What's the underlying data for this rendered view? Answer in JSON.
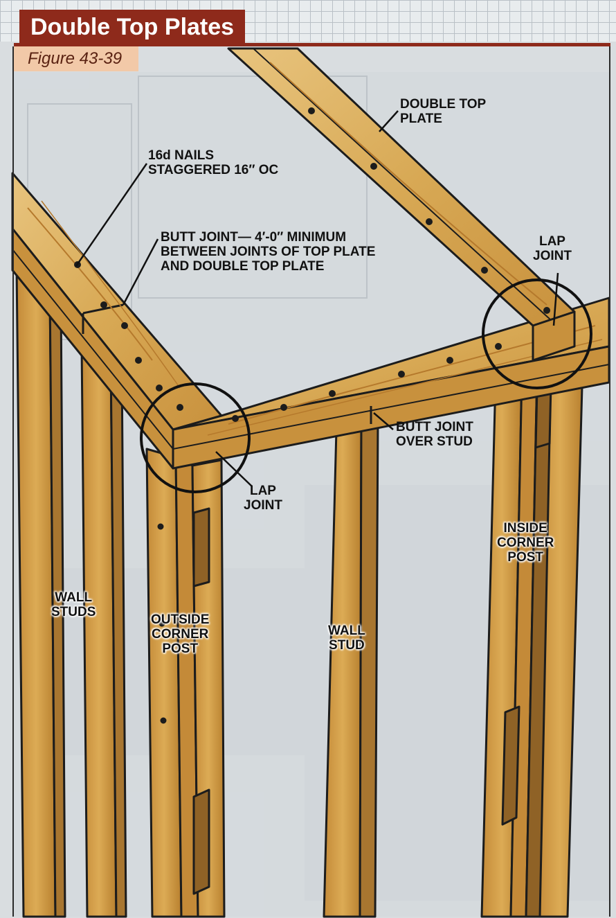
{
  "header": {
    "title": "Double Top Plates",
    "figure": "Figure 43-39"
  },
  "colors": {
    "accent": "#8e2a1b",
    "figure_label_bg": "#f2c9a8",
    "lumber": "#d3a04c",
    "lumber_light": "#e8c47e",
    "lumber_dark": "#a87630",
    "outline": "#1c1c1c"
  },
  "callouts": {
    "double_top_plate": "DOUBLE TOP\nPLATE",
    "nails": "16d NAILS\nSTAGGERED 16″ OC",
    "butt_joint_top": "BUTT JOINT— 4′-0″ MINIMUM\nBETWEEN JOINTS OF TOP PLATE\nAND DOUBLE TOP PLATE",
    "lap_joint_right": "LAP\nJOINT",
    "butt_joint_stud": "BUTT JOINT\nOVER STUD",
    "lap_joint_left": "LAP\nJOINT",
    "inside_corner_post": "INSIDE\nCORNER\nPOST",
    "wall_studs": "WALL\nSTUDS",
    "outside_corner_post": "OUTSIDE\nCORNER\nPOST",
    "wall_stud": "WALL\nSTUD"
  }
}
